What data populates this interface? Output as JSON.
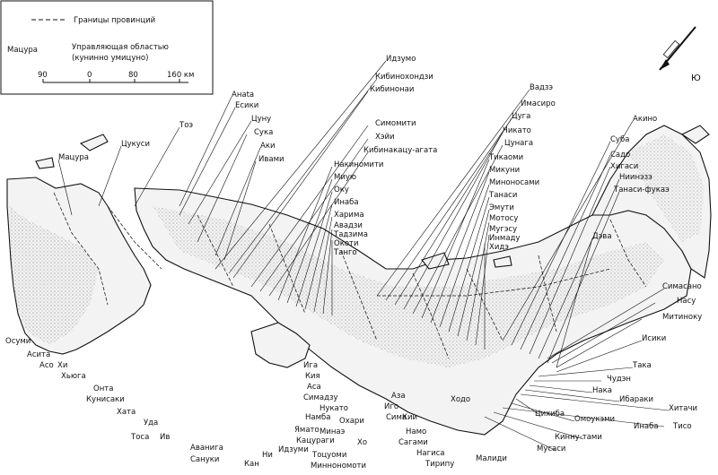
{
  "legend": {
    "border_label": "Границы провинций",
    "marker_label": "Мацура",
    "marker_desc_1": "Управляющая областью",
    "marker_desc_2": "(кунинно умицуно)",
    "scale_ticks": [
      "90",
      "0",
      "80",
      "160 км"
    ]
  },
  "compass": {
    "direction_label": "Ю"
  },
  "labels": {
    "top": [
      "Идзумо",
      "Кибинохондзи",
      "Кибинонаи",
      "Анаta",
      "Есики",
      "Цуну",
      "Сука",
      "Аки",
      "Ивами",
      "Тоэ",
      "Цукуси",
      "Мацура",
      "Симомити",
      "Хэйи",
      "Кибинакацу-агата",
      "Накиномити",
      "Миую",
      "Оку",
      "Инаба",
      "Харима",
      "Авадзи",
      "Тадзима",
      "Окоти",
      "Танго",
      "Вадзэ",
      "Имасиро",
      "Цуга",
      "Чикато",
      "Цунага",
      "Тикаоми",
      "Микуни",
      "Миноносами",
      "Танаси",
      "Эмути",
      "Мотосу",
      "Мугэсу",
      "Инмаду",
      "Хидэ",
      "Акино",
      "Суба",
      "Садо",
      "Хигаси",
      "Ниинэзэ",
      "Танаси-фукаэ",
      "Дэва"
    ],
    "east": [
      "Симасано",
      "Насу",
      "Митиноку",
      "Исики",
      "Така",
      "Чудэн",
      "Нака",
      "Ибараки",
      "Хитачи",
      "Цихиба",
      "Омоукэми",
      "Инаба",
      "Тисо"
    ],
    "bottom": [
      "Осуми",
      "Асита",
      "Асо",
      "Хи",
      "Хьюга",
      "Онта",
      "Кунисаки",
      "Хата",
      "Уда",
      "Тоса",
      "Ив",
      "Аванига",
      "Сануки",
      "Кан",
      "Ни",
      "Идзуми",
      "Кацураги",
      "Ямато",
      "Намба",
      "Нукато",
      "Симадзу",
      "Аса",
      "Кия",
      "Ига",
      "Миннономоти",
      "Тоцуоми",
      "Минаэ",
      "Охари",
      "Хо",
      "Аза",
      "Иго",
      "Сима",
      "Кии",
      "Намо",
      "Сагами",
      "Нагиса",
      "Тирипу",
      "Малиди",
      "Мусаси",
      "Кинну-тами",
      "Ходо"
    ]
  }
}
